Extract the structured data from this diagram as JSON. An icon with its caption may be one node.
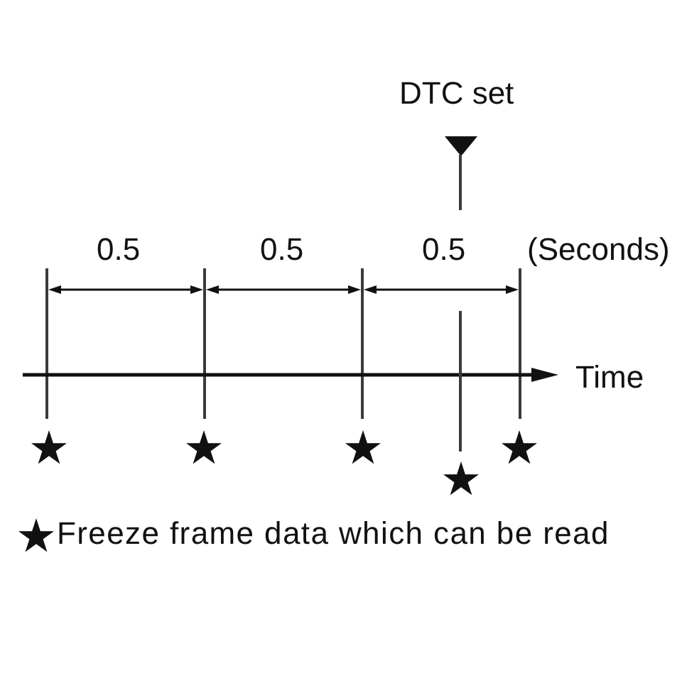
{
  "diagram": {
    "labels": [
      "DTC set",
      "0.5",
      "0.5",
      "0.5",
      "(Seconds)",
      "Time"
    ],
    "legend": [
      {
        "text": "Freeze frame data which can be read"
      }
    ]
  }
}
